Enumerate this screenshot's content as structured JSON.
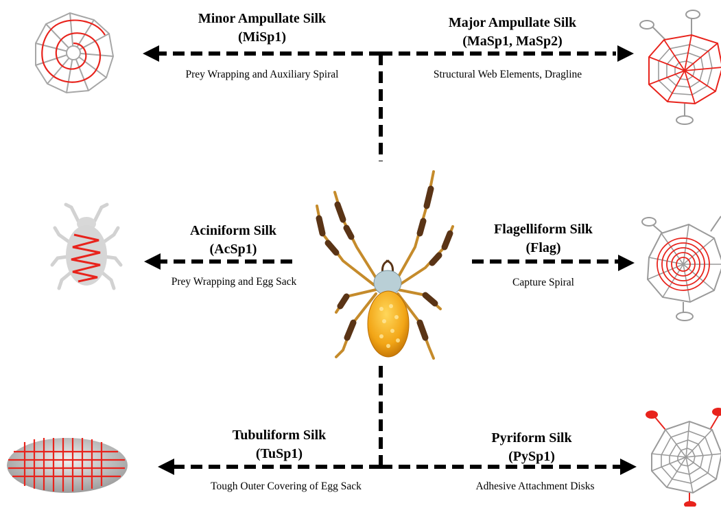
{
  "silks": {
    "minor_ampullate": {
      "name": "Minor Ampullate Silk",
      "protein": "(MiSp1)",
      "function": "Prey Wrapping and Auxiliary Spiral"
    },
    "major_ampullate": {
      "name": "Major Ampullate Silk",
      "protein": "(MaSp1, MaSp2)",
      "function": "Structural Web Elements, Dragline"
    },
    "aciniform": {
      "name": "Aciniform Silk",
      "protein": "(AcSp1)",
      "function": "Prey Wrapping and Egg Sack"
    },
    "flagelliform": {
      "name": "Flagelliform Silk",
      "protein": "(Flag)",
      "function": "Capture Spiral"
    },
    "tubuliform": {
      "name": "Tubuliform Silk",
      "protein": "(TuSp1)",
      "function": "Tough Outer Covering of Egg Sack"
    },
    "pyriform": {
      "name": "Pyriform Silk",
      "protein": "(PySp1)",
      "function": "Adhesive Attachment Disks"
    }
  },
  "colors": {
    "silk_red": "#e8231c",
    "web_gray": "#9a9a9a",
    "arrow": "#000000",
    "spider_abdomen": "#f2a516",
    "spider_thorax": "#b9cfd6"
  },
  "icons": [
    "minor-ampullate-web-icon",
    "major-ampullate-web-icon",
    "wrapped-insect-icon",
    "capture-spiral-web-icon",
    "egg-sack-icon",
    "attachment-disk-web-icon",
    "spider-illustration"
  ]
}
